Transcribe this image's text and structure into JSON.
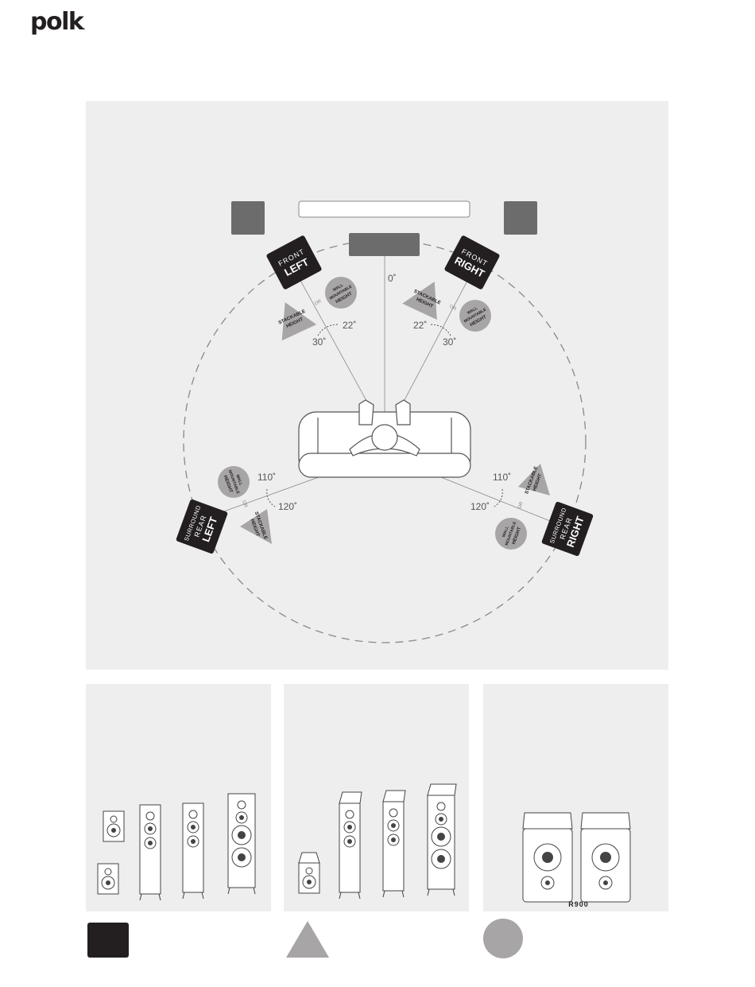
{
  "brand": {
    "logo_text": "polk",
    "logo_mark": "."
  },
  "diagram": {
    "angle_zero": "0˚",
    "front_left": {
      "line1": "FRONT",
      "line2": "LEFT",
      "angle_a": "30˚",
      "angle_b": "22˚"
    },
    "front_right": {
      "line1": "FRONT",
      "line2": "RIGHT",
      "angle_a": "22˚",
      "angle_b": "30˚"
    },
    "rear_left": {
      "line1": "SURROUND",
      "line2": "REAR",
      "line3": "LEFT",
      "angle_a": "110˚",
      "angle_b": "120˚"
    },
    "rear_right": {
      "line1": "SURROUND",
      "line2": "REAR",
      "line3": "RIGHT",
      "angle_a": "110˚",
      "angle_b": "120˚"
    },
    "or_label": "OR",
    "stackable": {
      "line1": "STACKABLE",
      "line2": "HEIGHT"
    },
    "wall": {
      "line1": "WALL",
      "line2": "MOUNTABLE",
      "line3": "HEIGHT"
    }
  },
  "products": {
    "panel3_label": "R900"
  },
  "colors": {
    "dark": "#231f20",
    "gray": "#a7a5a6",
    "darkgray": "#6d6c6c",
    "panel": "#efeeee"
  }
}
